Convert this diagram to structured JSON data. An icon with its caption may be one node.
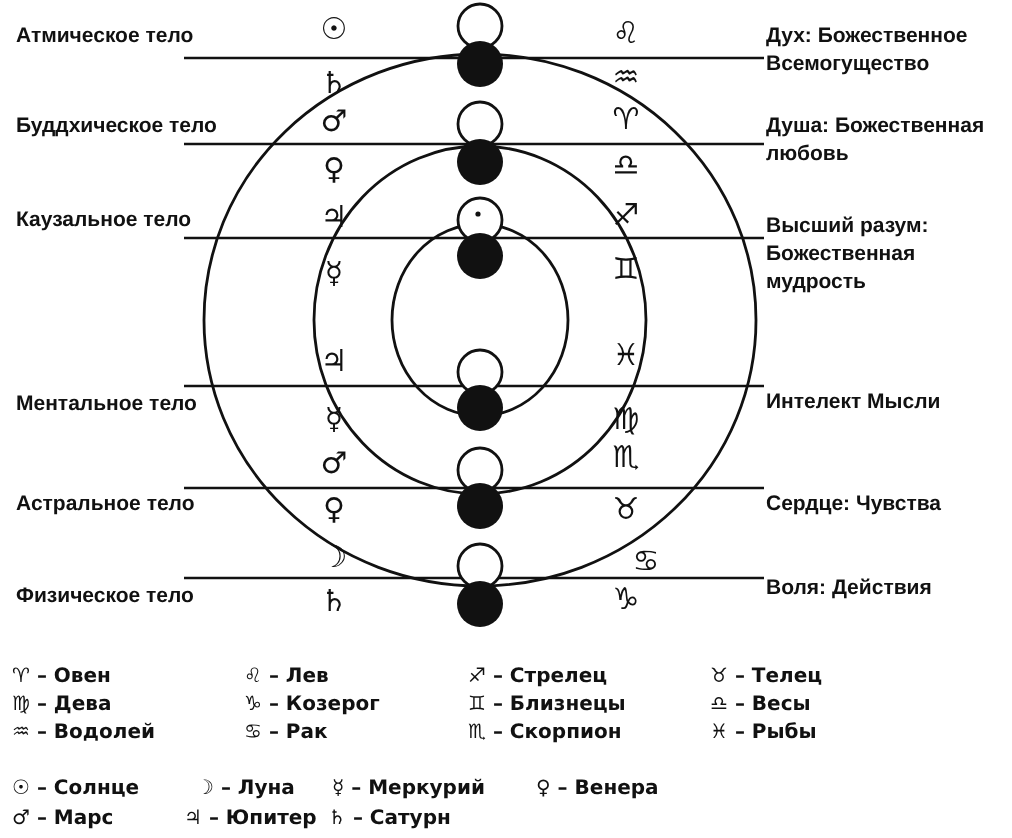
{
  "diagram": {
    "labels": [
      "Атмическое тело",
      "☉",
      "♌",
      "Дух: Божественное Всемогущество",
      "♄",
      "♒",
      "Буддхическое тело",
      "♂",
      "♈",
      "Душа: Божественная любовь",
      "♀",
      "♎",
      "Каузальное тело",
      "♃",
      "♐",
      "Высший разум: Божественная мудрость",
      "☿",
      "♊",
      "♃",
      "♓",
      "Ментальное тело",
      "☿",
      "♍",
      "Интелект Мысли",
      "♂",
      "♏",
      "Астральное тело",
      "♀",
      "♉",
      "Сердце: Чувства",
      "☽",
      "♋",
      "Физическое тело",
      "♄",
      "♑",
      "Воля: Действия"
    ],
    "legend": [
      {
        "text": "♈ – Овен"
      },
      {
        "text": "♌ – Лев"
      },
      {
        "text": "♐ – Стрелец"
      },
      {
        "text": "♉ – Телец"
      },
      {
        "text": "♍ – Дева"
      },
      {
        "text": "♑ – Козерог"
      },
      {
        "text": "♊ – Близнецы"
      },
      {
        "text": "♎ – Весы"
      },
      {
        "text": "♒ – Водолей"
      },
      {
        "text": "♋ – Рак"
      },
      {
        "text": "♏ – Скорпион"
      },
      {
        "text": "♓ – Рыбы"
      },
      {
        "text": "☉ – Солнце"
      },
      {
        "text": "☽ – Луна"
      },
      {
        "text": "☿ – Меркурий"
      },
      {
        "text": "♀ – Венера"
      },
      {
        "text": "♂ – Марс"
      },
      {
        "text": "♃ – Юпитер"
      },
      {
        "text": "♄ – Сатурн"
      }
    ]
  }
}
